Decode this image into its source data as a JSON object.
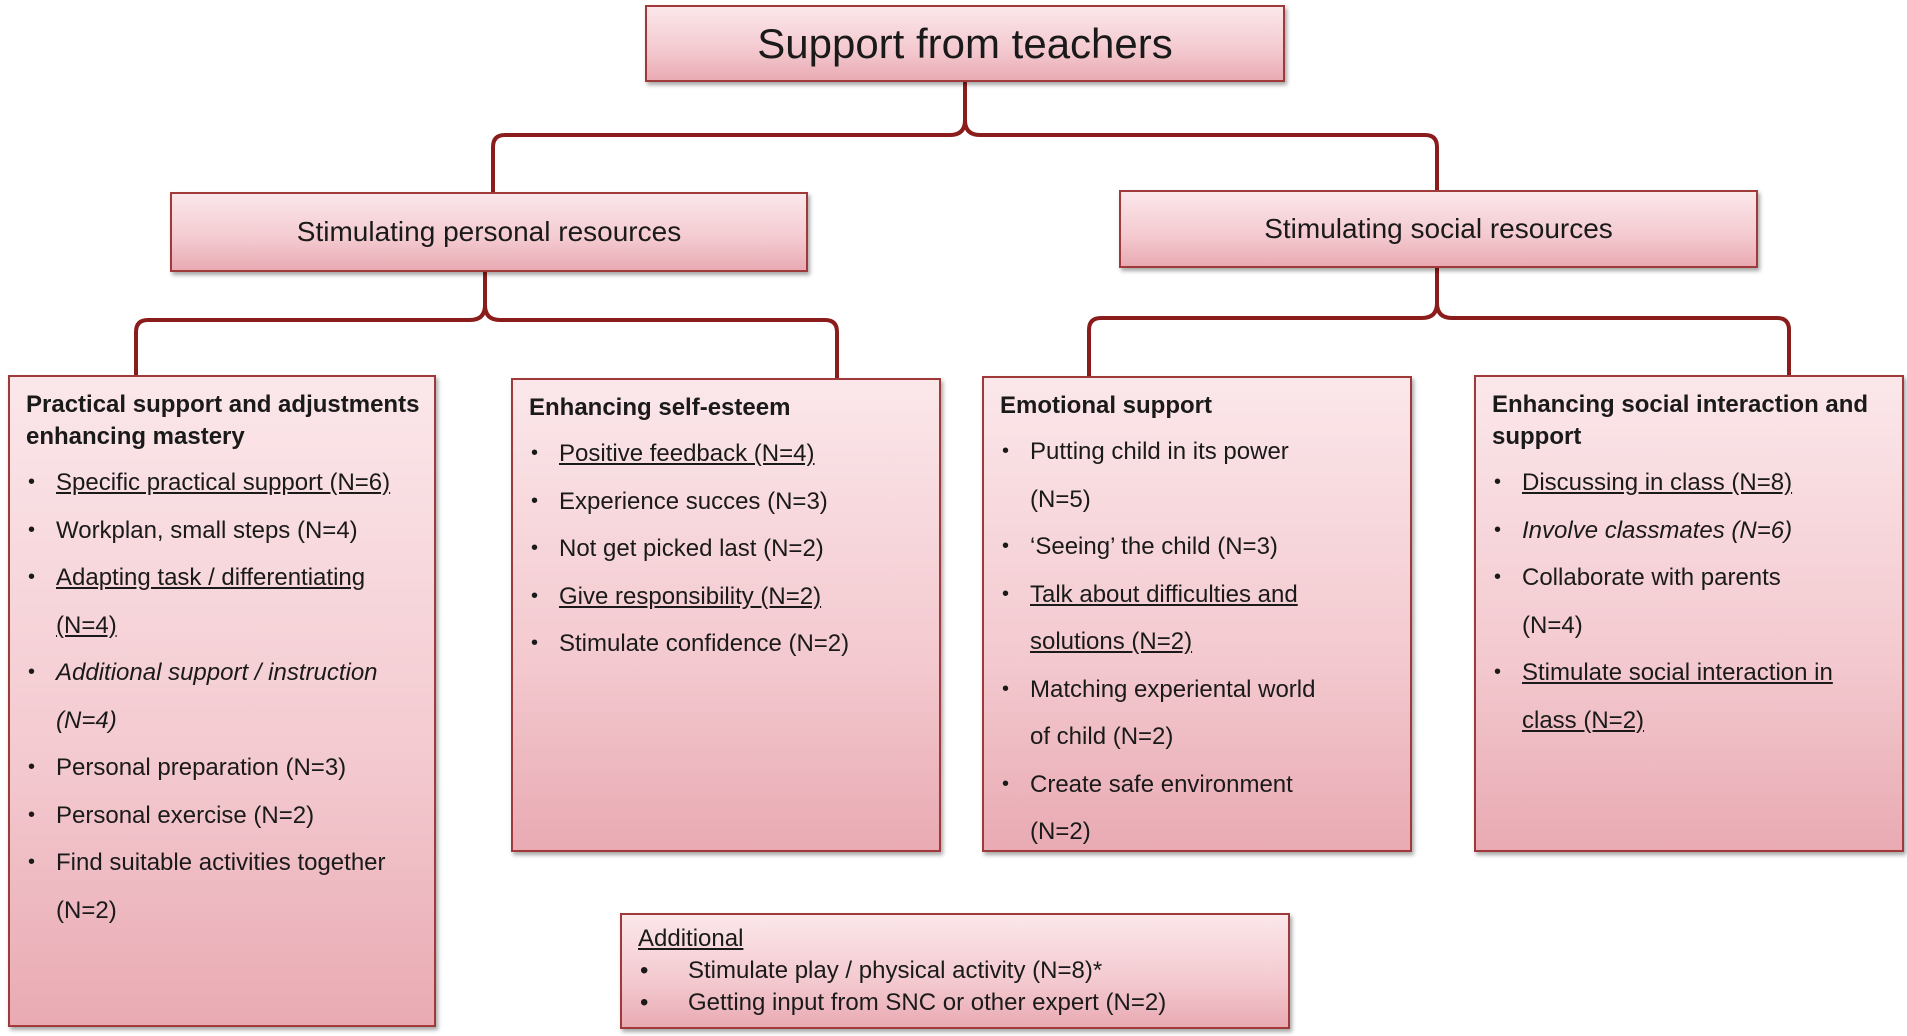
{
  "root": {
    "label": "Support from teachers"
  },
  "branches": [
    {
      "label": "Stimulating personal resources"
    },
    {
      "label": "Stimulating social resources"
    }
  ],
  "categories": [
    {
      "title": "Practical support and adjustments enhancing mastery",
      "items": [
        {
          "text": "Specific practical support (N=6)",
          "style": "underline"
        },
        {
          "text": "Workplan, small steps (N=4)",
          "style": "normal"
        },
        {
          "text": "Adapting task / differentiating (N=4)",
          "style": "underline"
        },
        {
          "text": "Additional support / instruction (N=4)",
          "style": "italic"
        },
        {
          "text": "Personal preparation (N=3)",
          "style": "normal"
        },
        {
          "text": "Personal exercise (N=2)",
          "style": "normal"
        },
        {
          "text": "Find suitable activities together (N=2)",
          "style": "normal"
        }
      ]
    },
    {
      "title": "Enhancing self-esteem",
      "items": [
        {
          "text": "Positive feedback (N=4)",
          "style": "underline"
        },
        {
          "text": "Experience succes (N=3)",
          "style": "normal"
        },
        {
          "text": "Not get picked last (N=2)",
          "style": "normal"
        },
        {
          "text": "Give responsibility (N=2)",
          "style": "underline"
        },
        {
          "text": "Stimulate confidence (N=2)",
          "style": "normal"
        }
      ]
    },
    {
      "title": "Emotional support",
      "items": [
        {
          "text": "Putting child in its power (N=5)",
          "style": "normal"
        },
        {
          "text": "‘Seeing’ the child (N=3)",
          "style": "normal"
        },
        {
          "text": "Talk about difficulties and solutions (N=2)",
          "style": "underline"
        },
        {
          "text": "Matching experiental world of child (N=2)",
          "style": "normal"
        },
        {
          "text": "Create safe environment (N=2)",
          "style": "normal"
        }
      ]
    },
    {
      "title": "Enhancing social interaction and support",
      "items": [
        {
          "text": "Discussing in class (N=8)",
          "style": "underline"
        },
        {
          "text": "Involve classmates (N=6)",
          "style": "italic"
        },
        {
          "text": "Collaborate with parents (N=4)",
          "style": "normal"
        },
        {
          "text": "Stimulate social interaction in class (N=2)",
          "style": "underline"
        }
      ]
    }
  ],
  "additional": {
    "title": "Additional",
    "items": [
      "Stimulate play / physical activity (N=8)*",
      "Getting input from SNC or other expert (N=2)"
    ]
  },
  "colors": {
    "border": "#a03a3a",
    "connector": "#8b1c1c",
    "fill_top": "#fbe7ea",
    "fill_bottom": "#e9aab3"
  }
}
